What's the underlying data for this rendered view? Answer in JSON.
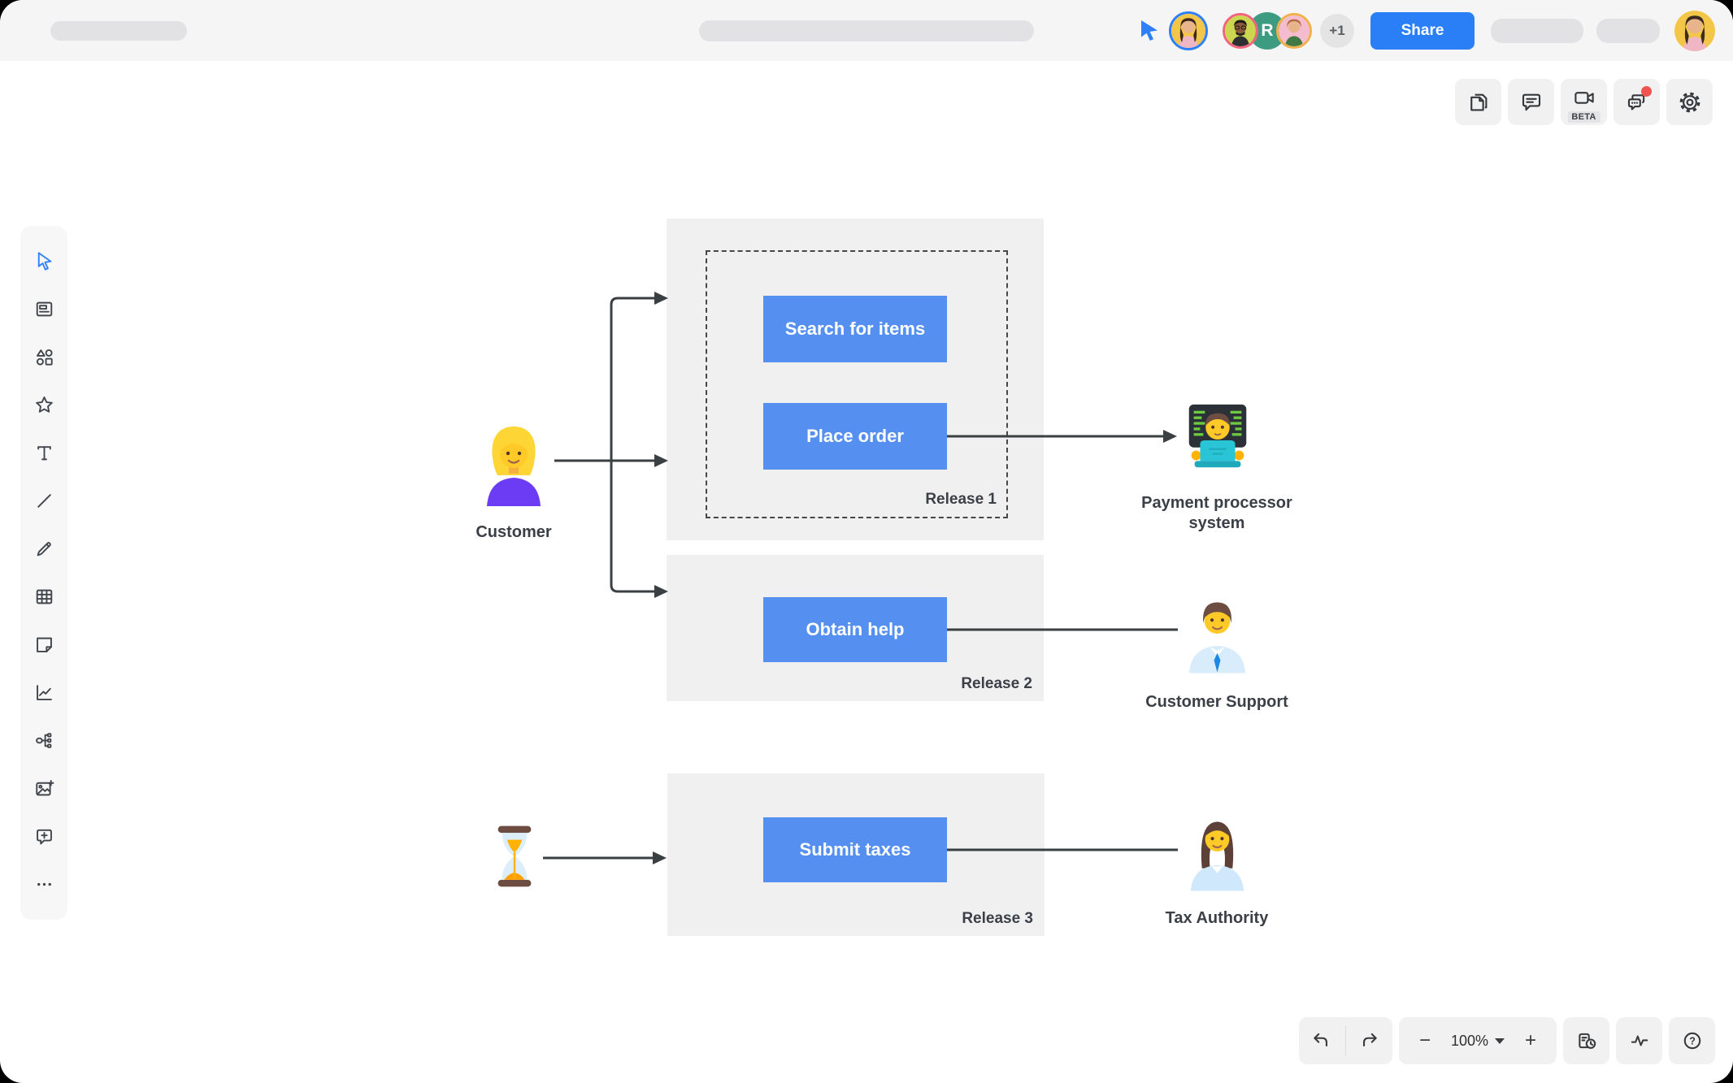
{
  "topbar": {
    "share_label": "Share",
    "collaborator_initial": "R",
    "more_collaborators_label": "+1"
  },
  "top_panel": {
    "beta_label": "BETA",
    "icons": [
      "pages-icon",
      "comment-icon",
      "video-camera-icon",
      "chat-notification-icon",
      "settings-gear-icon"
    ]
  },
  "sidebar": {
    "tools": [
      "select-tool",
      "card-tool",
      "shapes-tool",
      "favorites-tool",
      "text-tool",
      "line-tool",
      "pencil-tool",
      "table-tool",
      "sticky-note-tool",
      "chart-tool",
      "mind-map-tool",
      "insert-image-tool",
      "add-comment-tool",
      "more-tools"
    ]
  },
  "diagram": {
    "actors": {
      "customer": {
        "label": "Customer",
        "icon": "blonde-woman-emoji"
      },
      "payment": {
        "label": "Payment processor system",
        "icon": "man-technologist-emoji"
      },
      "support": {
        "label": "Customer Support",
        "icon": "man-office-worker-emoji"
      },
      "tax": {
        "label": "Tax Authority",
        "icon": "woman-office-worker-emoji"
      },
      "timer": {
        "icon": "hourglass-emoji"
      }
    },
    "releases": [
      {
        "label": "Release 1",
        "use_cases": [
          "Search for items",
          "Place order"
        ]
      },
      {
        "label": "Release 2",
        "use_cases": [
          "Obtain help"
        ]
      },
      {
        "label": "Release 3",
        "use_cases": [
          "Submit taxes"
        ]
      }
    ]
  },
  "bottom_bar": {
    "zoom_level": "100%",
    "zoom_out_label": "−",
    "zoom_in_label": "+",
    "help_label": "?"
  },
  "colors": {
    "accent_blue": "#2F80F7",
    "use_case_blue": "#5590F0",
    "share_blue": "#2B7FF6",
    "notification_red": "#F0544F",
    "connector_dark": "#3A3F42",
    "release_box_gray": "#F0F0F1"
  }
}
